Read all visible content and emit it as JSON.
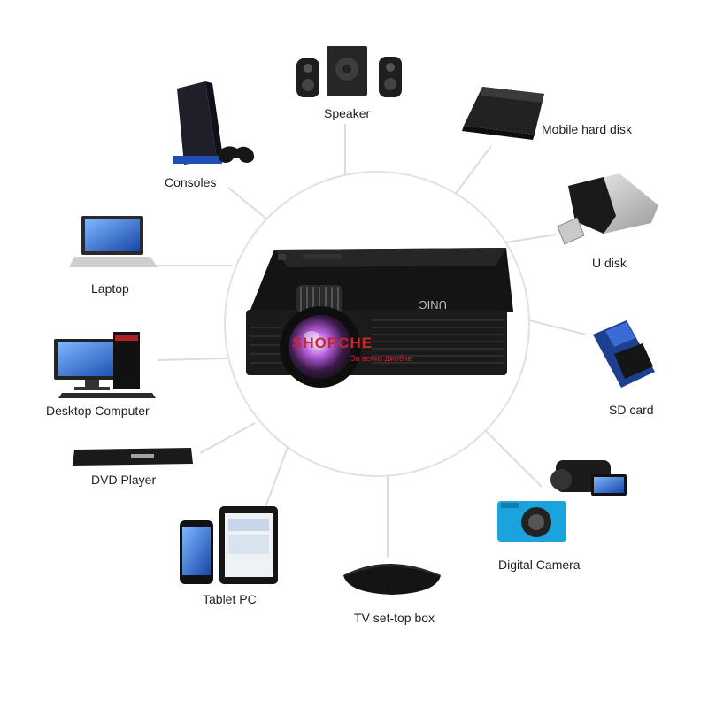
{
  "center": {
    "device": "projector",
    "brand_label": "UNIC",
    "watermark": {
      "big": "SHOPCHE",
      "small": "За всяко джобче"
    }
  },
  "devices": {
    "speaker": "Speaker",
    "mobile_hard_disk": "Mobile hard disk",
    "consoles": "Consoles",
    "u_disk": "U disk",
    "laptop": "Laptop",
    "sd_card": "SD card",
    "desktop_computer": "Desktop Computer",
    "dvd_player": "DVD Player",
    "digital_camera": "Digital Camera",
    "tablet_pc": "Tablet PC",
    "tv_set_top_box": "TV set-top box"
  },
  "colors": {
    "connector": "#dcdcdc",
    "device_dark": "#1c1c1c",
    "watermark_red": "#c9272a",
    "screen_blue": "#2f6fd0"
  }
}
